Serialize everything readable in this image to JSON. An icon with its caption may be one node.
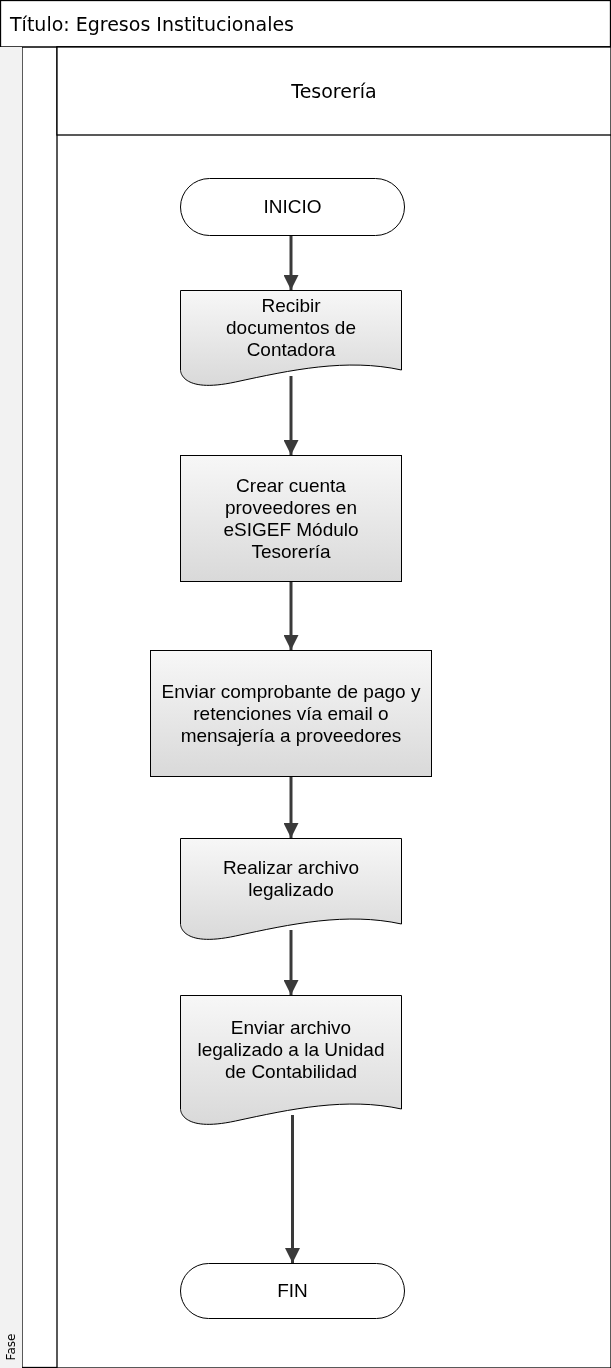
{
  "diagram": {
    "nodes": [
      {
        "text": [
          "Título: Egresos Institucionales"
        ]
      },
      {
        "text": [
          "Fase"
        ],
        "in": 0
      },
      {
        "text": [
          "Tesorería"
        ],
        "in": 0
      },
      {
        "text": [
          "INICIO"
        ],
        "in": 2
      },
      {
        "text": [
          "Recibir documentos de Contadora"
        ],
        "in": 2
      },
      {
        "text": [
          "Crear cuenta proveedores en eSIGEF Módulo Tesorería"
        ],
        "in": 2
      },
      {
        "text": [
          "Enviar comprobante de pago y retenciones vía email o mensajería a proveedores"
        ],
        "in": 2
      },
      {
        "text": [
          "Realizar archivo legalizado"
        ],
        "in": 2
      },
      {
        "text": [
          "Enviar archivo legalizado a la Unidad de Contabilidad"
        ],
        "in": 2
      },
      {
        "text": [
          "FIN"
        ],
        "in": 2
      }
    ],
    "edges": [
      {
        "from": 3,
        "to": 4,
        "arrow": "to"
      },
      {
        "from": 4,
        "to": 5,
        "arrow": "to"
      },
      {
        "from": 5,
        "to": 6,
        "arrow": "to"
      },
      {
        "from": 6,
        "to": 7,
        "arrow": "to"
      },
      {
        "from": 7,
        "to": 8,
        "arrow": "to"
      },
      {
        "from": 8,
        "to": 9,
        "arrow": "to"
      }
    ]
  }
}
